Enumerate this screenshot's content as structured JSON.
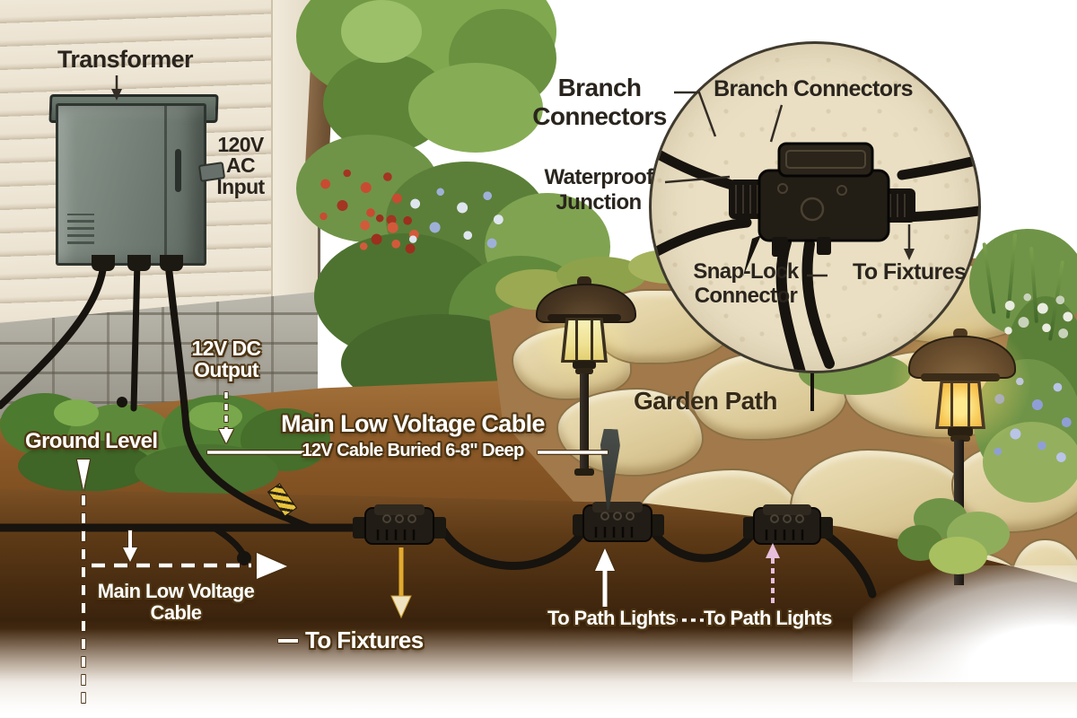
{
  "labels": {
    "transformer": "Transformer",
    "ac_input": "120V\nAC\nInput",
    "dc_output": "12V DC\nOutput",
    "ground_level": "Ground Level",
    "main_cable_heading": "Main Low Voltage Cable",
    "main_cable_sub": "12V Cable Buried 6-8\" Deep",
    "branch_connectors_callout": "Branch\nConnectors",
    "waterproof_junction": "Waterproof\nJunction",
    "garden_path": "Garden Path",
    "buried_cable": "Main Low Voltage Cable",
    "to_fixtures": "To Fixtures",
    "to_path_lights_left": "To Path Lights",
    "to_path_lights_right": "To Path Lights"
  },
  "inset": {
    "title": "Branch Connectors",
    "snap_lock": "Snap-Lock\nConnector",
    "to_fixtures": "To Fixtures"
  },
  "colors": {
    "inset_background": "#eadfc3",
    "soil_dark": "#46290f",
    "soil_light": "#9c6a34",
    "cable_black": "#17130e",
    "lamp_glow": "#ffd964",
    "arrow_yellow": "#e2aa2e",
    "arrow_pink": "#e7bfdc",
    "label_white": "#ffffff",
    "label_dark": "#29241d",
    "siding_cream": "#eee6d6",
    "stone_tan": "#e2d3a6"
  }
}
